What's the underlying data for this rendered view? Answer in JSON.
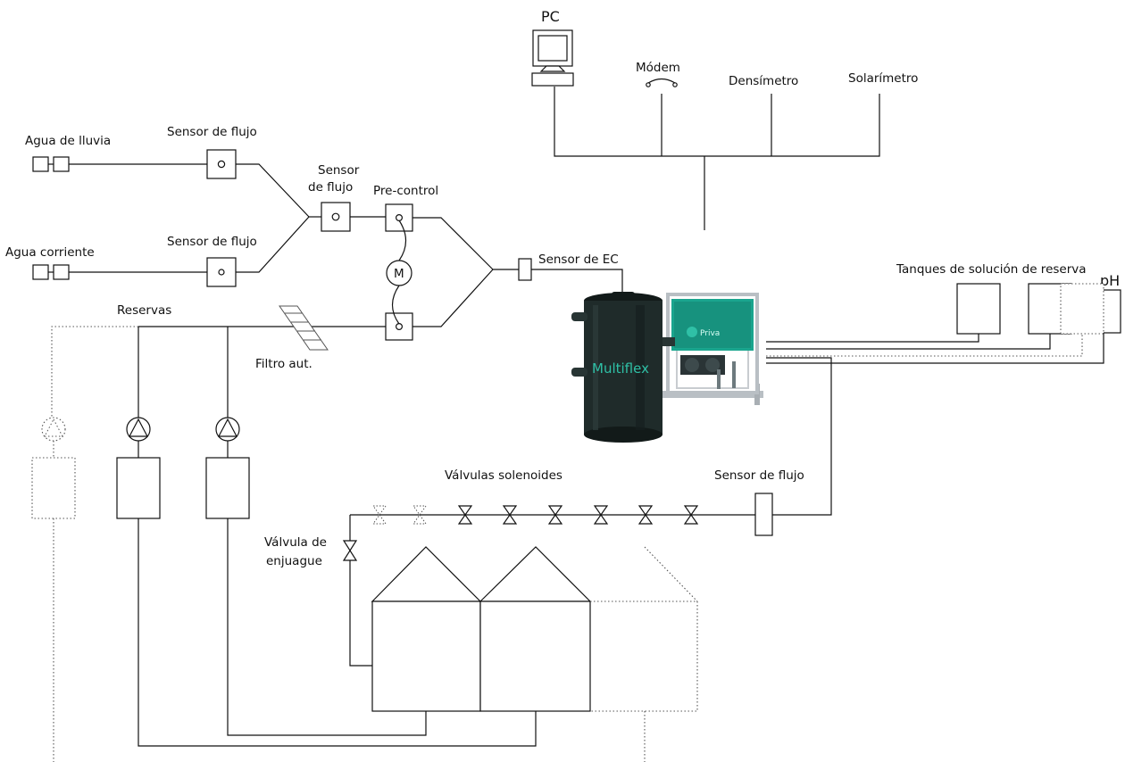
{
  "labels": {
    "pc": "PC",
    "modem": "Módem",
    "densimetro": "Densímetro",
    "solarimetro": "Solarímetro",
    "agua_lluvia": "Agua de lluvia",
    "agua_corriente": "Agua corriente",
    "sensor_flujo_top": "Sensor de flujo",
    "sensor_flujo_bottom": "Sensor de flujo",
    "sensor_flujo_mid_line1": "Sensor",
    "sensor_flujo_mid_line2": "de flujo",
    "pre_control": "Pre-control",
    "motor": "M",
    "sensor_ec": "Sensor de EC",
    "reservas": "Reservas",
    "filtro": "Filtro aut.",
    "tanques": "Tanques de solución de reserva",
    "ph": "pH",
    "valvulas": "Válvulas solenoides",
    "sensor_flujo_right": "Sensor de flujo",
    "valvula_enjuague_line1": "Válvula de",
    "valvula_enjuague_line2": "enjuague",
    "multiflex": "Multiflex",
    "brand": "Priva"
  },
  "colors": {
    "tank": "#1f2b2a",
    "cabinet": "#1aa58e",
    "multiflex_text": "#2fc0a6",
    "frame": "#b9bfc4"
  }
}
